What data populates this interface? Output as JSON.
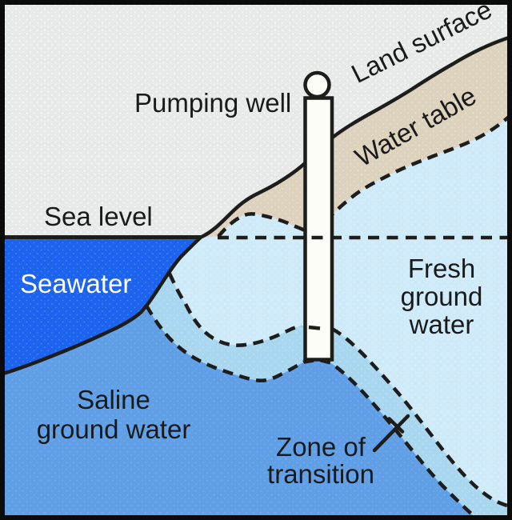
{
  "figure": {
    "kind": "coastal groundwater cross-section diagram",
    "labels": {
      "pumping_well": "Pumping well",
      "land_surface": "Land surface",
      "water_table": "Water table",
      "sea_level": "Sea level",
      "seawater": "Seawater",
      "fresh_ground_water_line1": "Fresh",
      "fresh_ground_water_line2": "ground",
      "fresh_ground_water_line3": "water",
      "saline_ground_water_line1": "Saline",
      "saline_ground_water_line2": "ground water",
      "zone_of_transition_line1": "Zone of",
      "zone_of_transition_line2": "transition"
    },
    "colors": {
      "sky": "#e8eaea",
      "unsaturated_zone": "#ddd2be",
      "seawater": "#1c63ee",
      "saline_ground_water": "#61a0e6",
      "zone_of_transition": "#a9d7ef",
      "fresh_ground_water": "#cfeaf8",
      "outline": "#1d1d1b",
      "well_casing": "#fdfdf8"
    }
  }
}
